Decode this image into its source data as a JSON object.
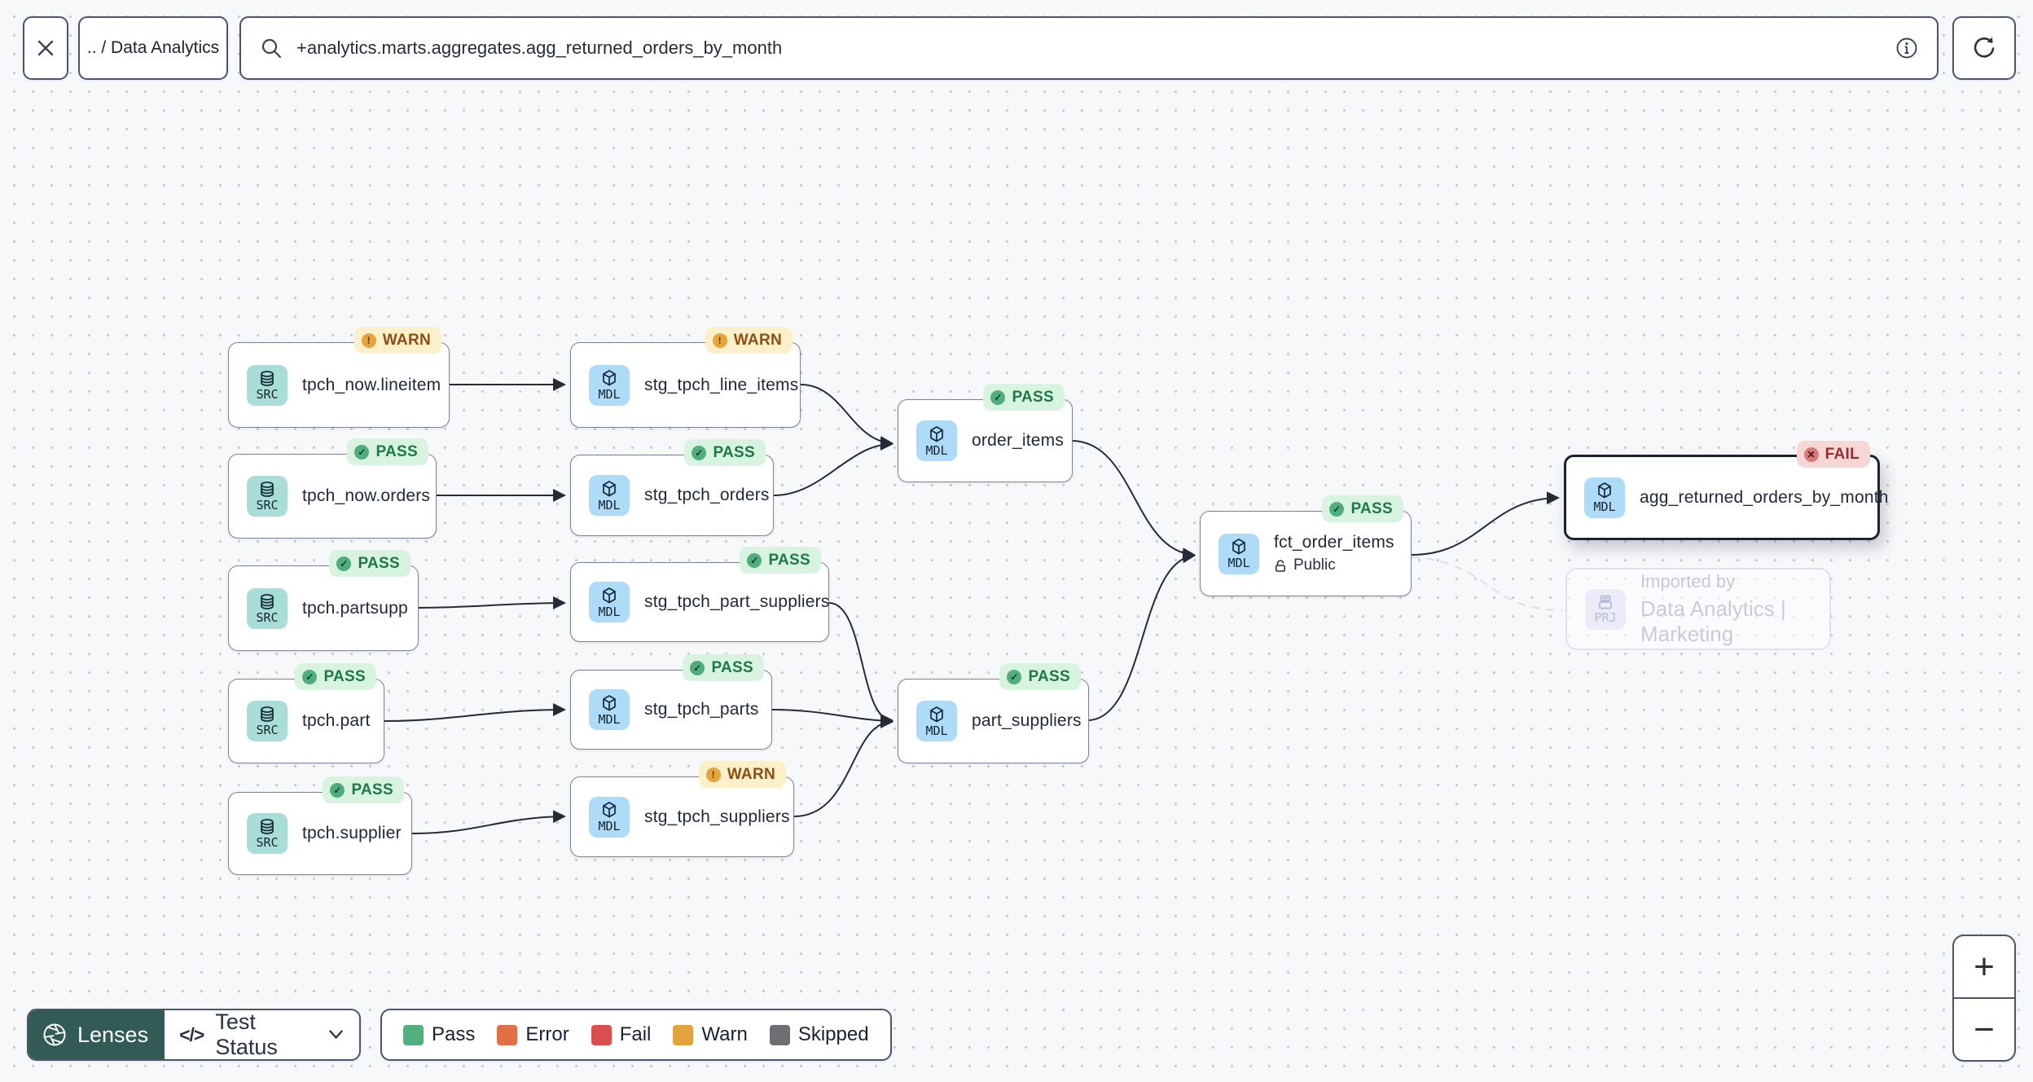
{
  "toolbar": {
    "breadcrumb": ".. / Data Analytics",
    "search_value": "+analytics.marts.aggregates.agg_returned_orders_by_month"
  },
  "nodes": [
    {
      "label": "tpch_now.lineitem",
      "kind": "SRC",
      "status": "WARN"
    },
    {
      "label": "stg_tpch_line_items",
      "kind": "MDL",
      "status": "WARN"
    },
    {
      "label": "tpch_now.orders",
      "kind": "SRC",
      "status": "PASS"
    },
    {
      "label": "stg_tpch_orders",
      "kind": "MDL",
      "status": "PASS"
    },
    {
      "label": "tpch.partsupp",
      "kind": "SRC",
      "status": "PASS"
    },
    {
      "label": "stg_tpch_part_suppliers",
      "kind": "MDL",
      "status": "PASS"
    },
    {
      "label": "tpch.part",
      "kind": "SRC",
      "status": "PASS"
    },
    {
      "label": "stg_tpch_parts",
      "kind": "MDL",
      "status": "PASS"
    },
    {
      "label": "tpch.supplier",
      "kind": "SRC",
      "status": "PASS"
    },
    {
      "label": "stg_tpch_suppliers",
      "kind": "MDL",
      "status": "WARN"
    },
    {
      "label": "order_items",
      "kind": "MDL",
      "status": "PASS"
    },
    {
      "label": "part_suppliers",
      "kind": "MDL",
      "status": "PASS"
    },
    {
      "label": "fct_order_items",
      "kind": "MDL",
      "status": "PASS",
      "visibility": "Public"
    },
    {
      "label": "agg_returned_orders_by_month",
      "kind": "MDL",
      "status": "FAIL",
      "selected": true
    },
    {
      "label": "Imported by",
      "sublabel": "Data Analytics | Marketing",
      "kind": "PRJ",
      "ghost": true
    }
  ],
  "glyphs": {
    "check": "✓",
    "warn_mark": "!",
    "fail_mark": "✕"
  },
  "footer": {
    "lenses_label": "Lenses",
    "lens_type_icon": "</>",
    "lens_selected": "Test Status",
    "legend": [
      {
        "label": "Pass",
        "color": "#52B080"
      },
      {
        "label": "Error",
        "color": "#E07146"
      },
      {
        "label": "Fail",
        "color": "#D94F4F"
      },
      {
        "label": "Warn",
        "color": "#E2A23E"
      },
      {
        "label": "Skipped",
        "color": "#6F6F73"
      }
    ]
  },
  "zoom_controls": {
    "zoom_in": "+",
    "zoom_out": "−"
  },
  "colors": {
    "selection_border": "#1B2230",
    "pass_badge_bg": "#D8F3DF",
    "warn_badge_bg": "#FBF0C9",
    "fail_badge_bg": "#F7D7D6",
    "lenses_green": "#315B54",
    "edge": "#262B36"
  }
}
